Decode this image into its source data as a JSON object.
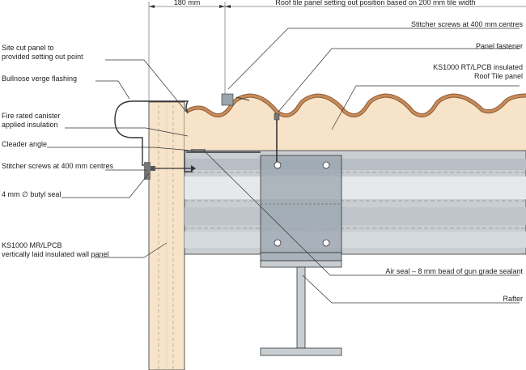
{
  "dimension_label": "180 mm",
  "top_heading": "Roof tile panel setting out position based on 200 mm tile width",
  "labels_left": {
    "site_cut_1": "Site cut panel to",
    "site_cut_2": "provided setting out point",
    "bullnose": "Bullnose verge flashing",
    "fire_rated_1": "Fire rated canister",
    "fire_rated_2": "applied insulation",
    "cleader": "Cleader angle",
    "stitcher_left": "Stitcher screws at 400 mm centres",
    "butyl": "4 mm ∅ butyl seal",
    "wall_panel_1": "KS1000 MR/LPCB",
    "wall_panel_2": "vertically laid insulated wall panel"
  },
  "labels_right": {
    "stitcher_right": "Stitcher screws at 400 mm centres",
    "panel_fastener": "Panel fastener",
    "roof_panel_1": "KS1000 RT/LPCB insulated",
    "roof_panel_2": "Roof Tile panel",
    "air_seal": "Air seal – 8 mm bead of gun grade sealant",
    "rafter": "Rafter"
  },
  "colors": {
    "insulation": "#f7e3c8",
    "tile": "#c98c5a",
    "tile_dark": "#8a5a35",
    "steel": "#c9ced3",
    "steel_light": "#e6e9ec",
    "bracket": "#9aa4ad",
    "line": "#333333"
  }
}
